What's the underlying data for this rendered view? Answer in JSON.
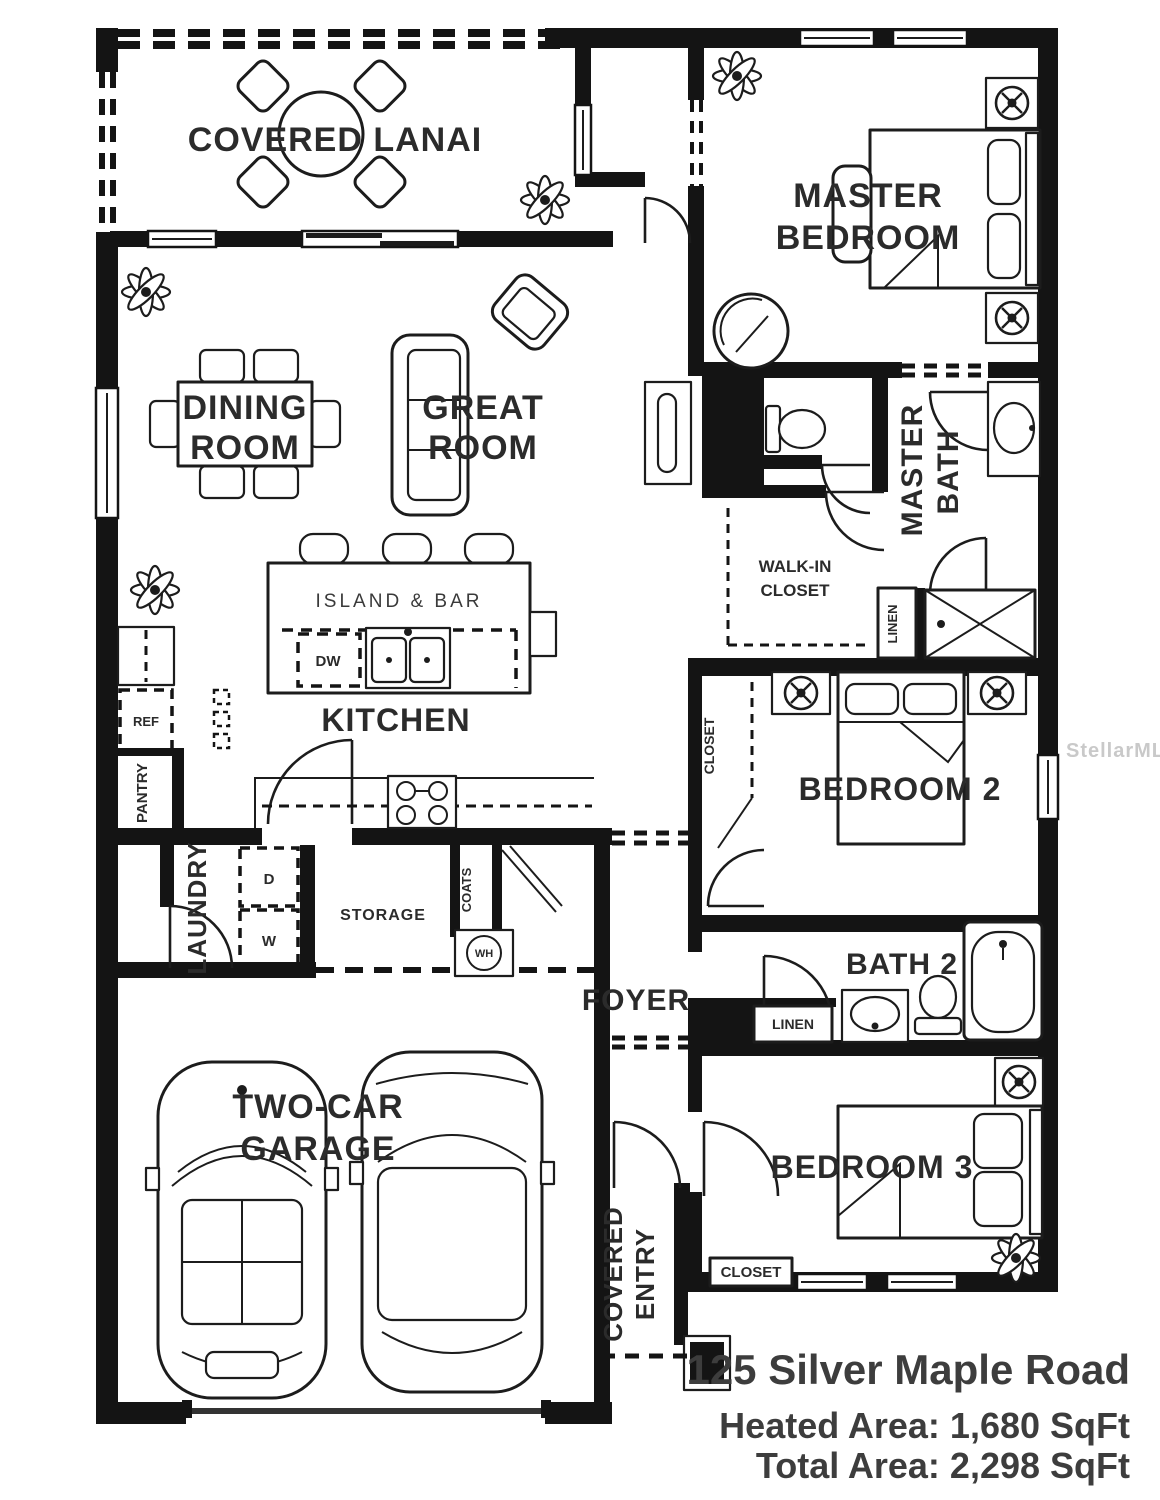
{
  "watermark": "StellarMLS",
  "info": {
    "address": "125 Silver Maple Road",
    "heated_area": "Heated Area: 1,680 SqFt",
    "total_area": "Total Area: 2,298 SqFt"
  },
  "rooms": {
    "covered_lanai": "COVERED LANAI",
    "master_bedroom_1": "MASTER",
    "master_bedroom_2": "BEDROOM",
    "dining_1": "DINING",
    "dining_2": "ROOM",
    "great_1": "GREAT",
    "great_2": "ROOM",
    "kitchen": "KITCHEN",
    "island_bar": "ISLAND & BAR",
    "master_bath_1": "MASTER",
    "master_bath_2": "BATH",
    "walkin_1": "WALK-IN",
    "walkin_2": "CLOSET",
    "bedroom2": "BEDROOM 2",
    "bath2": "BATH 2",
    "bedroom3": "BEDROOM 3",
    "garage_1": "TWO-CAR",
    "garage_2": "GARAGE",
    "covered_entry_1": "COVERED",
    "covered_entry_2": "ENTRY",
    "foyer": "FOYER",
    "laundry": "LAUNDRY",
    "storage": "STORAGE",
    "pantry": "PANTRY",
    "coats": "COATS"
  },
  "fixtures": {
    "linen_master": "LINEN",
    "linen_bath2": "LINEN",
    "closet_bedroom2": "CLOSET",
    "closet_bedroom3": "CLOSET",
    "ref": "REF",
    "dw": "DW",
    "dryer": "D",
    "washer": "W",
    "wh": "WH"
  },
  "colors": {
    "wall": "#141414",
    "label_text": "#2b2b2b",
    "info_text": "#3d3d3d",
    "watermark": "#c9c9c9",
    "background": "#ffffff"
  }
}
